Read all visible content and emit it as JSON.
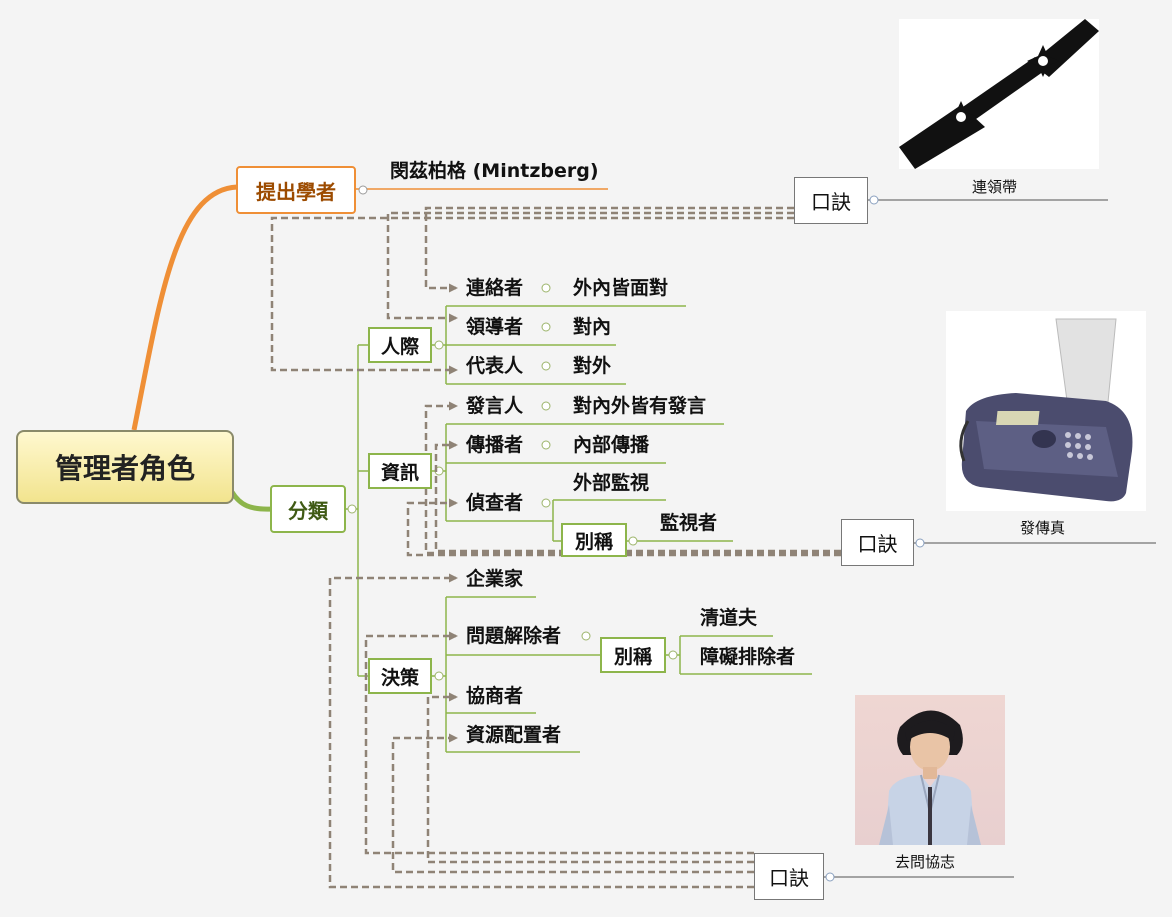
{
  "root": {
    "label": "管理者角色"
  },
  "proposer": {
    "label": "提出學者",
    "name": "閔茲柏格 (Mintzberg)"
  },
  "category": {
    "label": "分類"
  },
  "groups": {
    "interpersonal": {
      "label": "人際",
      "roles": [
        {
          "name": "連絡者",
          "desc": "外內皆面對"
        },
        {
          "name": "領導者",
          "desc": "對內"
        },
        {
          "name": "代表人",
          "desc": "對外"
        }
      ]
    },
    "informational": {
      "label": "資訊",
      "roles": [
        {
          "name": "發言人",
          "desc": "對內外皆有發言"
        },
        {
          "name": "傳播者",
          "desc": "內部傳播"
        },
        {
          "name": "偵查者",
          "desc": "外部監視",
          "alias_label": "別稱",
          "alias": "監視者"
        }
      ]
    },
    "decisional": {
      "label": "決策",
      "roles": [
        {
          "name": "企業家"
        },
        {
          "name": "問題解除者",
          "alias_label": "別稱",
          "aliases": [
            "清道夫",
            "障礙排除者"
          ]
        },
        {
          "name": "協商者"
        },
        {
          "name": "資源配置者"
        }
      ]
    }
  },
  "mnemonics": [
    {
      "label": "口訣",
      "caption": "連領帶",
      "image": "necktie-image"
    },
    {
      "label": "口訣",
      "caption": "發傳真",
      "image": "fax-machine-image"
    },
    {
      "label": "口訣",
      "caption": "去問協志",
      "image": "person-photo-image"
    }
  ],
  "colors": {
    "proposer_branch": "#ef8f36",
    "category_branch": "#8db54b",
    "dashed_link": "#8f8376",
    "root_fill": "#f5e9a0"
  }
}
